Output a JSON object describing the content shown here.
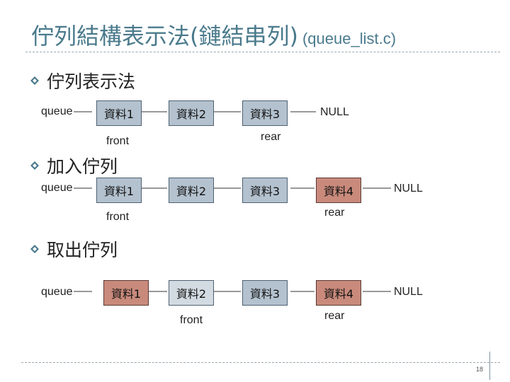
{
  "title": {
    "main": "佇列結構表示法(鏈結串列)",
    "sub": "(queue_list.c)"
  },
  "sections": [
    {
      "heading": "佇列表示法",
      "queue_label": "queue",
      "nodes": [
        "資料1",
        "資料2",
        "資料3"
      ],
      "null_label": "NULL",
      "front_label": "front",
      "rear_label": "rear"
    },
    {
      "heading": "加入佇列",
      "queue_label": "queue",
      "nodes": [
        "資料1",
        "資料2",
        "資料3",
        "資料4"
      ],
      "null_label": "NULL",
      "front_label": "front",
      "rear_label": "rear"
    },
    {
      "heading": "取出佇列",
      "queue_label": "queue",
      "nodes": [
        "資料1",
        "資料2",
        "資料3",
        "資料4"
      ],
      "null_label": "NULL",
      "front_label": "front",
      "rear_label": "rear"
    }
  ],
  "page_number": "18",
  "colors": {
    "title": "#4a7a8c",
    "node": "#b4c2cf",
    "node_highlight": "#c98a7c",
    "bullet": "#4a7a8c"
  },
  "icons": {
    "bullet": "diamond-bullet-icon"
  }
}
